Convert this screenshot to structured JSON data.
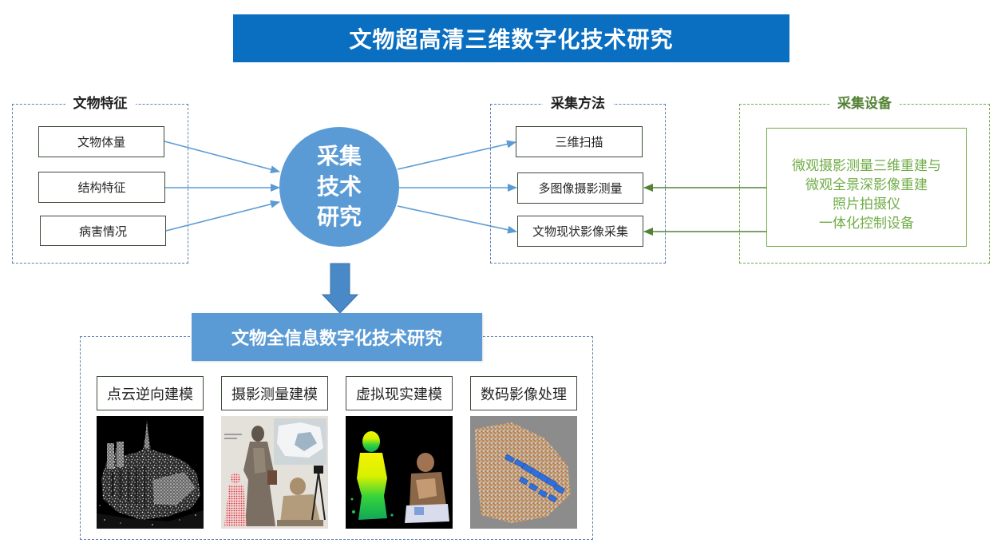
{
  "title": "文物超高清三维数字化技术研究",
  "feature_group": {
    "label": "文物特征",
    "items": [
      "文物体量",
      "结构特征",
      "病害情况"
    ]
  },
  "center": {
    "lines": [
      "采集",
      "技术",
      "研究"
    ]
  },
  "method_group": {
    "label": "采集方法",
    "items": [
      "三维扫描",
      "多图像摄影测量",
      "文物现状影像采集"
    ]
  },
  "equipment_group": {
    "label": "采集设备",
    "lines": [
      "微观摄影测量三维重建与",
      "微观全景深影像重建",
      "照片拍摄仪",
      "一体化控制设备"
    ]
  },
  "bottom": {
    "title": "文物全信息数字化技术研究",
    "panels": [
      "点云逆向建模",
      "摄影测量建模",
      "虚拟现实建模",
      "数码影像处理"
    ]
  },
  "colors": {
    "title_blue": "#0b6fc1",
    "circle_blue": "#5b9bd5",
    "dash_blue": "#5b80b2",
    "green": "#70ad47",
    "green_dark": "#548235"
  }
}
